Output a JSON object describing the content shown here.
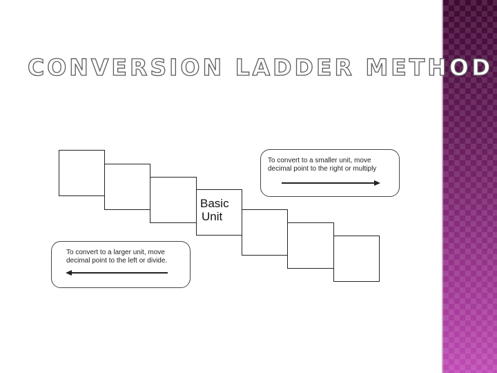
{
  "slide": {
    "title": "CONVERSION LADDER METHOD"
  },
  "ladder": {
    "basic_unit_line1": "Basic",
    "basic_unit_line2": "Unit"
  },
  "notes": {
    "smaller": {
      "line1": "To convert to a smaller unit, move",
      "line2": "decimal point to the right or multiply"
    },
    "larger": {
      "line1": "To convert to a larger unit, move",
      "line2": "decimal point to the left or divide."
    }
  },
  "colors": {
    "accent_band_top": "#3f0a33",
    "accent_band_bottom": "#c04cb5"
  }
}
